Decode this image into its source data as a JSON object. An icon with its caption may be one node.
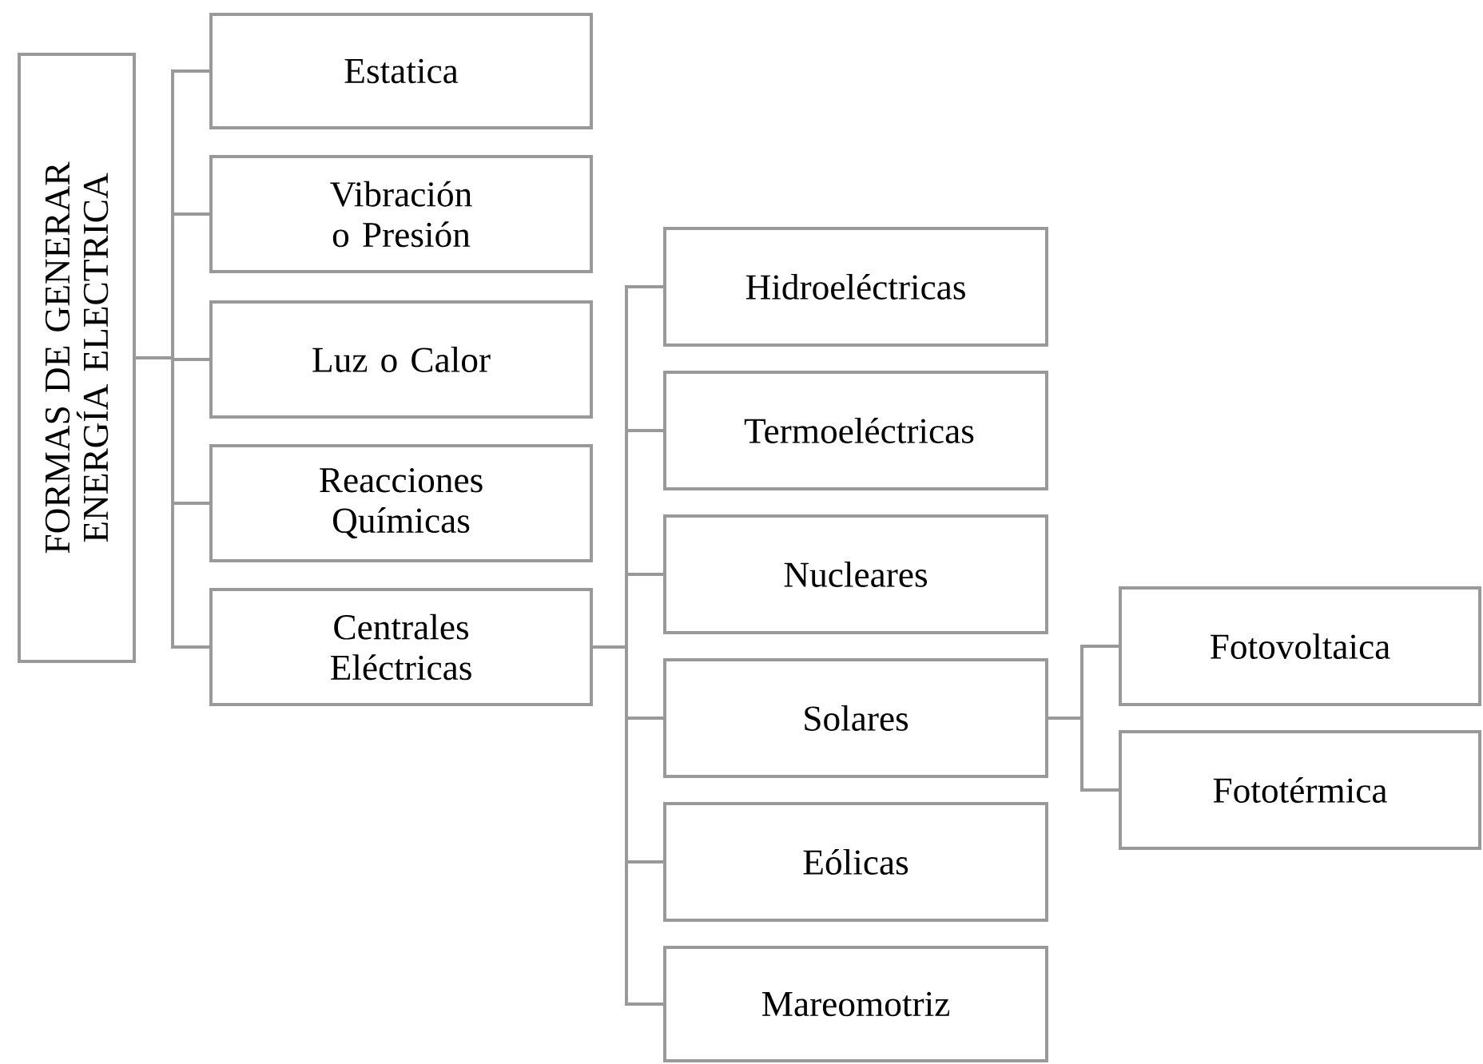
{
  "diagram": {
    "nodes": [
      {
        "text": [
          "FORMAS DE GENERAR ENERGÍA ELECTRICA"
        ]
      },
      {
        "text": [
          "Estatica"
        ]
      },
      {
        "text": [
          "Vibración o Presión"
        ]
      },
      {
        "text": [
          "Luz o Calor"
        ]
      },
      {
        "text": [
          "Reacciones Químicas"
        ]
      },
      {
        "text": [
          "Centrales Eléctricas"
        ]
      },
      {
        "text": [
          "Hidroeléctricas"
        ]
      },
      {
        "text": [
          "Termoeléctricas"
        ]
      },
      {
        "text": [
          "Nucleares"
        ]
      },
      {
        "text": [
          "Solares"
        ]
      },
      {
        "text": [
          "Eólicas"
        ]
      },
      {
        "text": [
          "Mareomotriz"
        ]
      },
      {
        "text": [
          "Fotovoltaica"
        ]
      },
      {
        "text": [
          "Fototérmica"
        ]
      }
    ],
    "edges": [
      {
        "from": 0,
        "to": 1,
        "arrow": "none"
      },
      {
        "from": 0,
        "to": 2,
        "arrow": "none"
      },
      {
        "from": 0,
        "to": 3,
        "arrow": "none"
      },
      {
        "from": 0,
        "to": 4,
        "arrow": "none"
      },
      {
        "from": 0,
        "to": 5,
        "arrow": "none"
      },
      {
        "from": 5,
        "to": 6,
        "arrow": "none"
      },
      {
        "from": 5,
        "to": 7,
        "arrow": "none"
      },
      {
        "from": 5,
        "to": 8,
        "arrow": "none"
      },
      {
        "from": 5,
        "to": 9,
        "arrow": "none"
      },
      {
        "from": 5,
        "to": 10,
        "arrow": "none"
      },
      {
        "from": 5,
        "to": 11,
        "arrow": "none"
      },
      {
        "from": 9,
        "to": 12,
        "arrow": "none"
      },
      {
        "from": 9,
        "to": 13,
        "arrow": "none"
      }
    ]
  }
}
